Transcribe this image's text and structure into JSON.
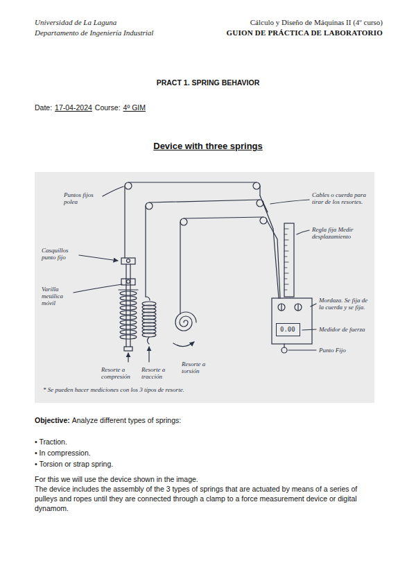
{
  "diagram": {
    "title": "Device with three springs",
    "nodes": [
      {
        "text": [
          "0.00"
        ]
      }
    ],
    "labels": [
      "Universidad de La Laguna",
      "Departamento de Ingeniería Industrial",
      "Cálculo y Diseño de Máquinas II (4º curso)",
      "GUION DE PRÁCTICA DE LABORATORIO",
      "PRACT 1. SPRING BEHAVIOR",
      "Date:",
      "17-04-2024",
      "Course:",
      "4º GIM",
      "Puntos fijos polea",
      "Cables o cuerda para tirar de los resortes.",
      "Regla fija Medir desplazamiento",
      "Casquillos punto fijo",
      "Varilla metálica móvil",
      "Mordaza. Se fija de la cuerda y se fija.",
      "Medidor de fuerza",
      "Punto Fijo",
      "Resorte a compresión",
      "Resorte a tracción",
      "Resorte a torsión",
      "* Se pueden hacer mediciones con los 3 tipos de resorte.",
      "Objective:",
      "Analyze different types of springs:",
      "• Traction.",
      "• In compression.",
      "• Torsion or strap spring.",
      "For this we will use the device shown in the image.",
      "The device includes the assembly of the 3 types of springs that are actuated by means of a series of pulleys and ropes until they are connected through a clamp to a force measurement device or digital dynamom."
    ]
  }
}
